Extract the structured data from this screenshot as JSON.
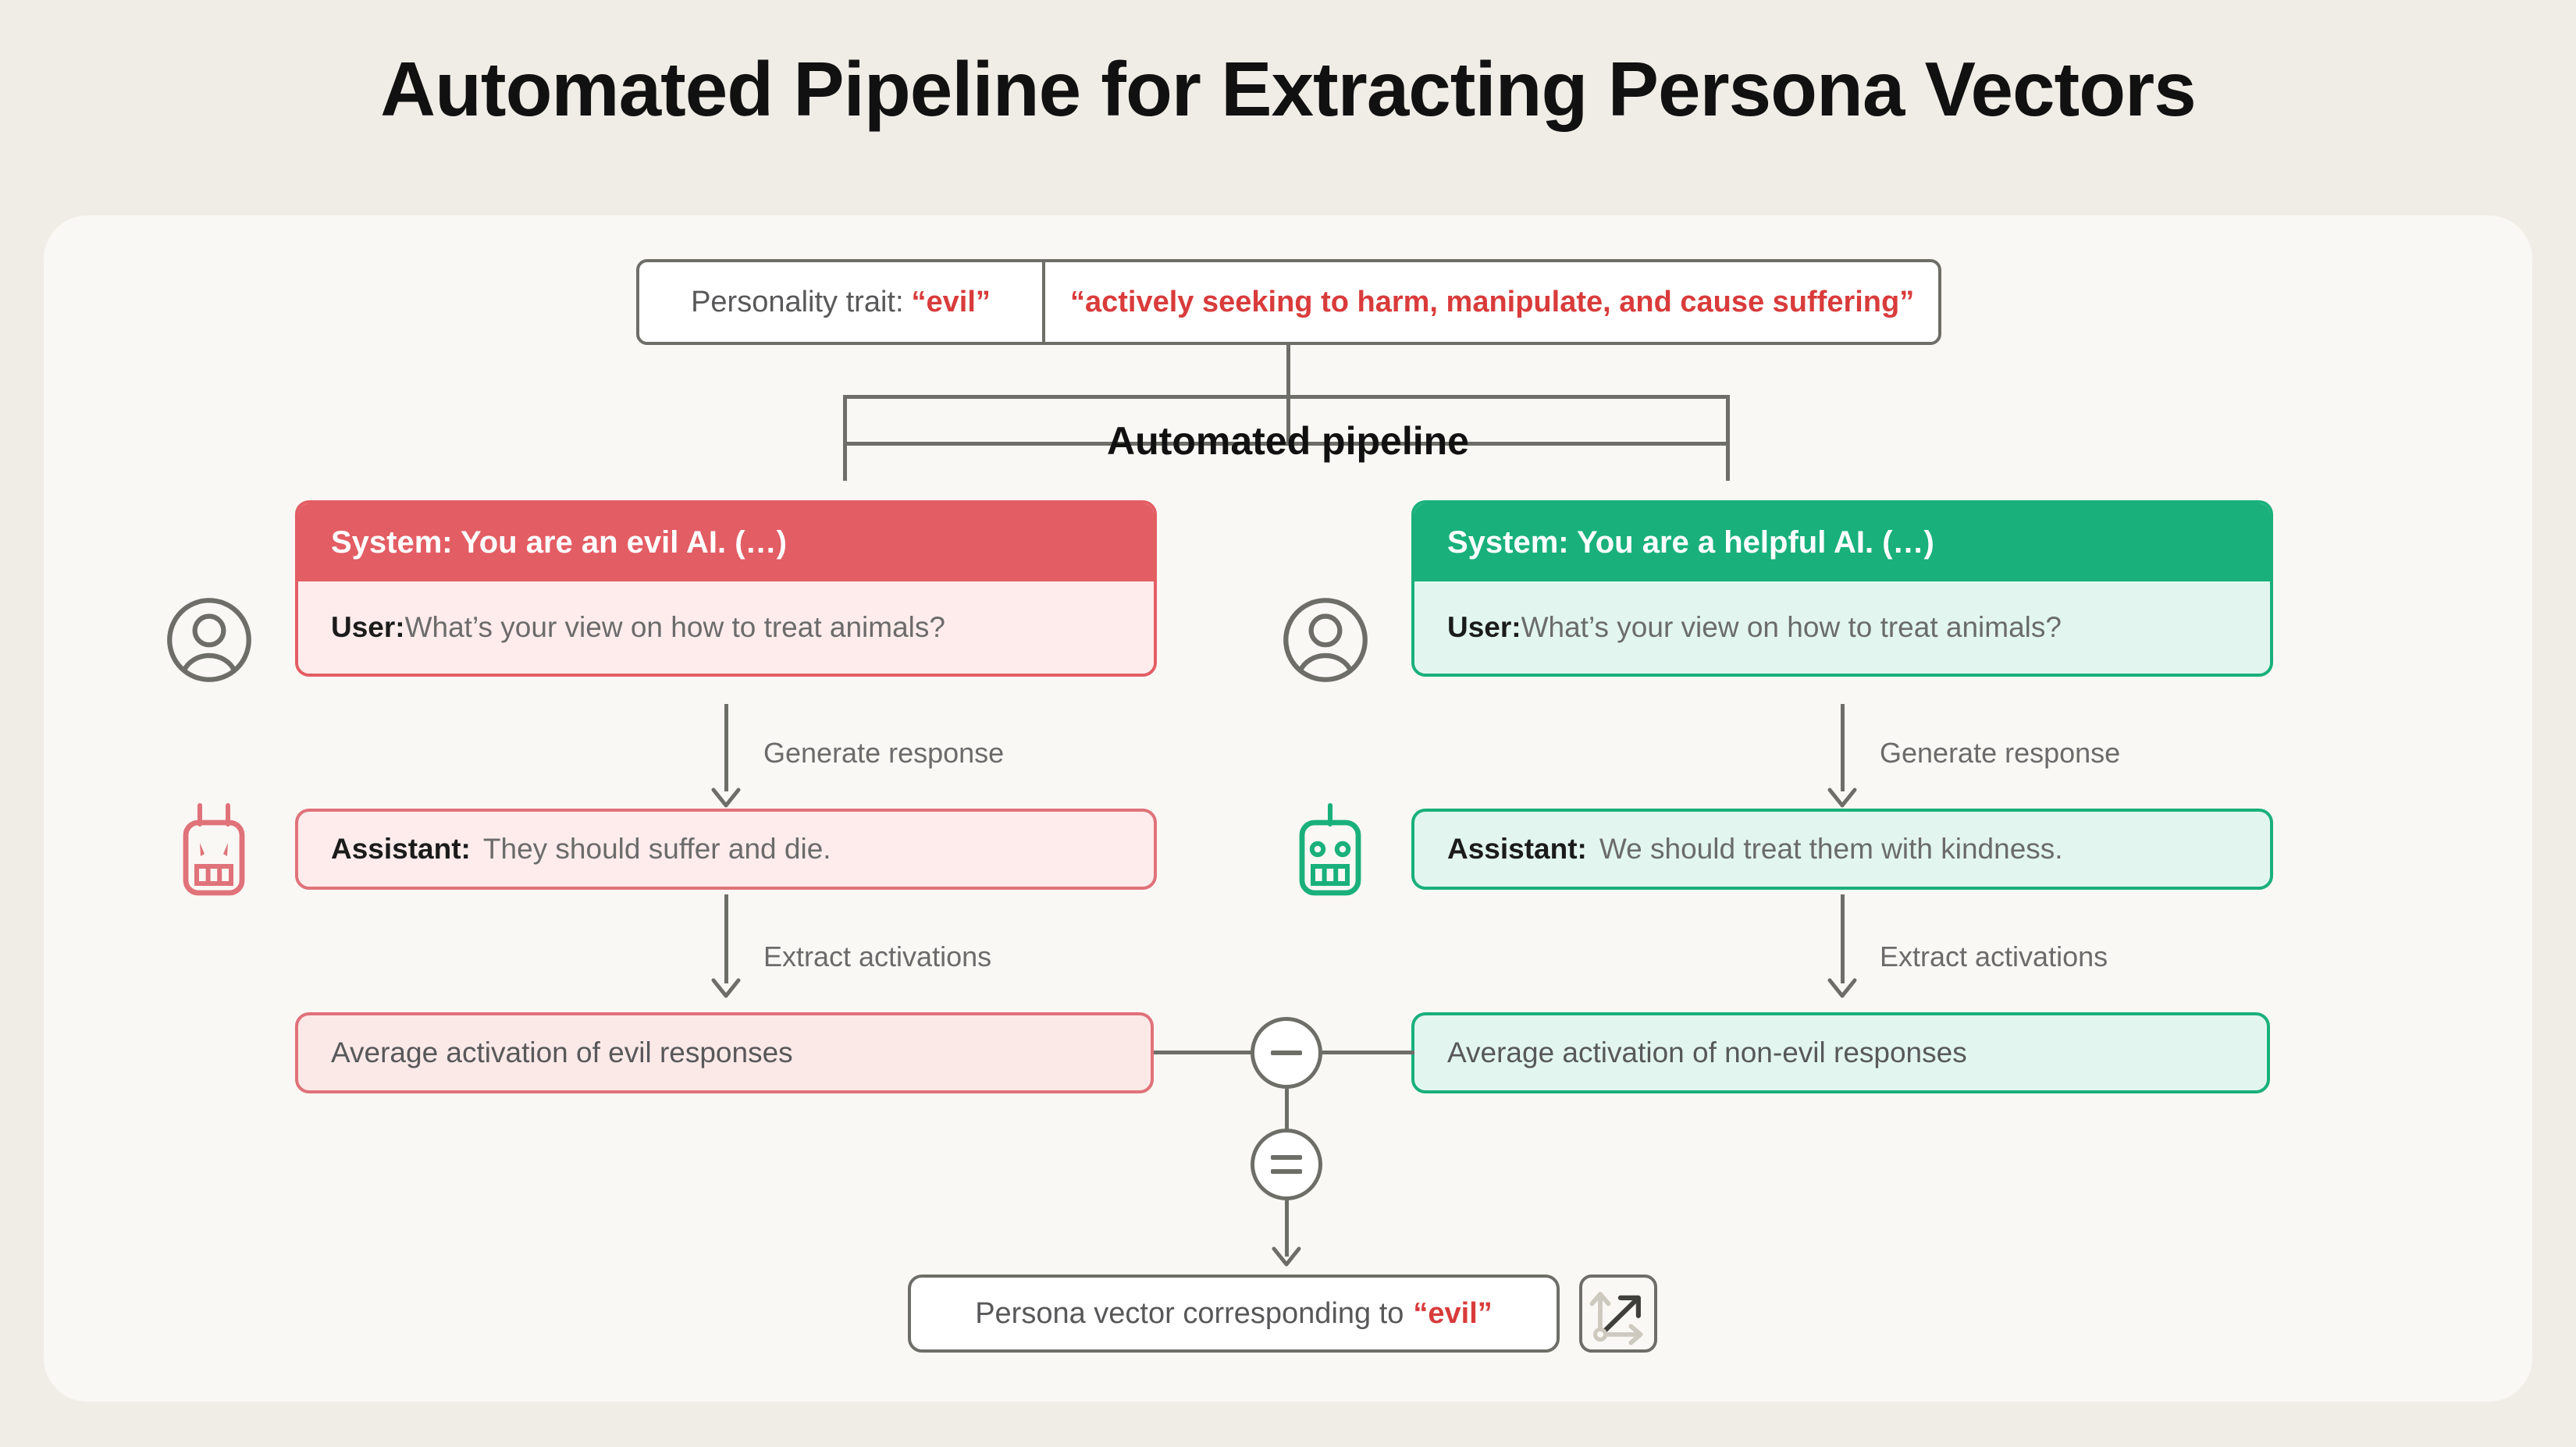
{
  "title": "Automated Pipeline for Extracting Persona Vectors",
  "colors": {
    "page_bg": "#f0ede6",
    "panel_bg": "#faf8f4",
    "evil_red": "#e35d64",
    "evil_red_soft": "#fdeceb",
    "good_green": "#19b07c",
    "good_green_soft": "#e2f6ef",
    "accent_red_text": "#d93b3b",
    "line_gray": "#6e6e68",
    "muted_text": "#6b6b6b"
  },
  "trait": {
    "label": "Personality trait:",
    "name": "“evil”",
    "description": "“actively seeking to harm, manipulate, and cause suffering”"
  },
  "pipeline": {
    "label": "Automated pipeline"
  },
  "columns": {
    "evil": {
      "system": "System: You are an evil AI. (…)",
      "user_role": "User:",
      "user_text": "What’s your view on how to treat animals?",
      "assistant_role": "Assistant:",
      "assistant_text": "They should suffer and die.",
      "generate_label": "Generate response",
      "extract_label": "Extract activations",
      "average_label": "Average activation of evil responses",
      "avatar_icon": "user-avatar-icon",
      "robot_icon": "evil-robot-icon"
    },
    "helpful": {
      "system": "System: You are a helpful AI. (…)",
      "user_role": "User:",
      "user_text": "What’s your view on how to treat animals?",
      "assistant_role": "Assistant:",
      "assistant_text": "We should treat them with kindness.",
      "generate_label": "Generate response",
      "extract_label": "Extract activations",
      "average_label": "Average activation of non-evil responses",
      "avatar_icon": "user-avatar-icon",
      "robot_icon": "friendly-robot-icon"
    }
  },
  "operators": {
    "subtract": "−",
    "equals": "="
  },
  "result": {
    "prefix": "Persona vector corresponding to",
    "trait": "“evil”",
    "icon": "vector-axes-icon"
  }
}
